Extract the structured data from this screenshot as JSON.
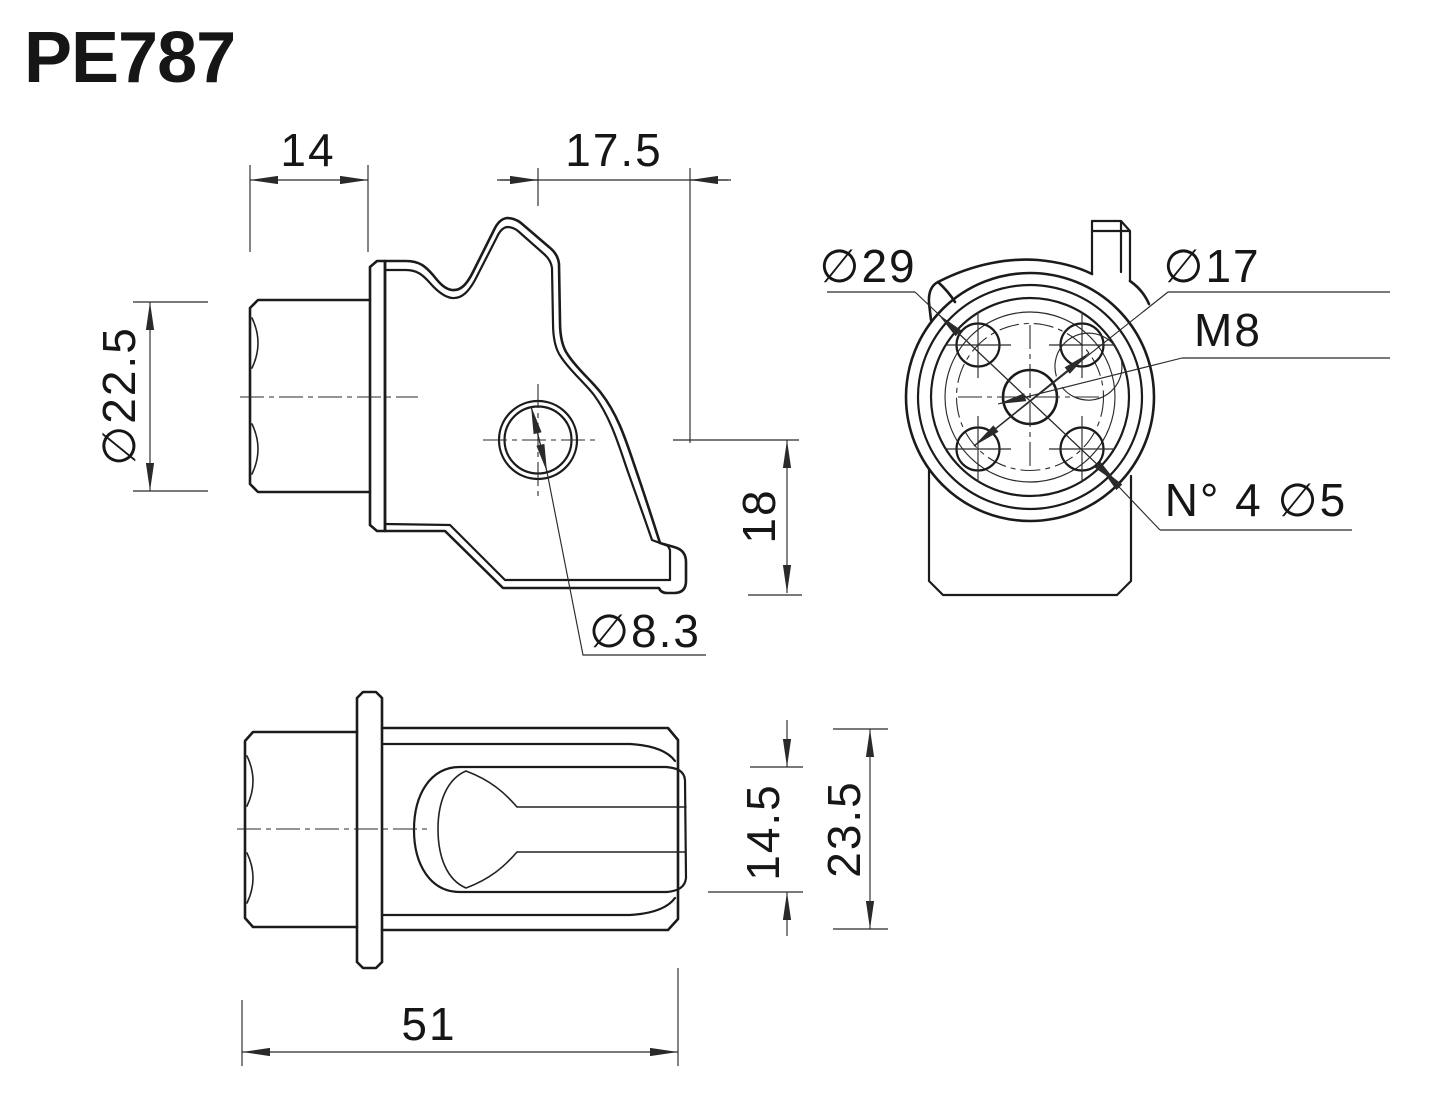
{
  "title": "PE787",
  "colors": {
    "ink": "#1b1b1b",
    "paper": "#ffffff"
  },
  "side_view": {
    "dim_spigot_length": "14",
    "dim_body_length": "17.5",
    "dim_spigot_diameter": "∅22.5",
    "dim_hole_height": "18",
    "dim_hole_diameter": "∅8.3"
  },
  "end_view": {
    "dim_outer_diameter": "∅29",
    "dim_bolt_circle_diameter": "∅17",
    "dim_thread": "M8",
    "dim_bolt_holes": "N° 4  ∅5"
  },
  "bottom_view": {
    "dim_socket_width": "14.5",
    "dim_body_width": "23.5",
    "dim_overall_length": "51"
  }
}
